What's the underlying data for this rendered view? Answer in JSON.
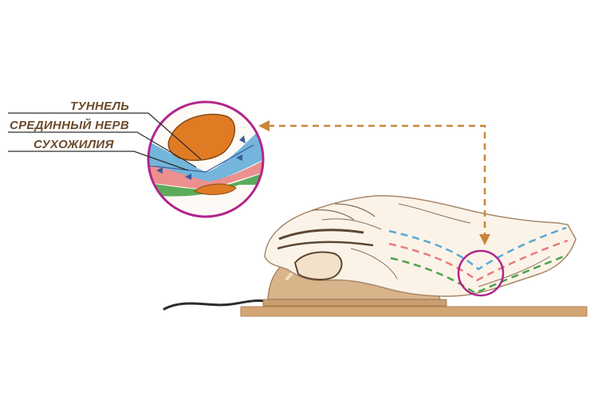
{
  "labels": {
    "tunnel": "ТУННЕЛЬ",
    "median_nerve": "СРЕДИННЫЙ НЕРВ",
    "tendons": "СУХОЖИЛИЯ"
  },
  "colors": {
    "label_text": "#6b4a2b",
    "callout_circle": "#b0268c",
    "arrow": "#c8873a",
    "bone": "#e07b24",
    "tendon_blue": "#5aa8d6",
    "nerve_pink": "#e87c7c",
    "muscle_green": "#4aa24a",
    "desk": "#d3a574",
    "mouse": "#d9b48a",
    "hand_outline": "#a7876a"
  },
  "icons": [
    "hand-on-mouse-illustration",
    "wrist-cross-section-icon",
    "double-headed-dashed-arrow"
  ]
}
